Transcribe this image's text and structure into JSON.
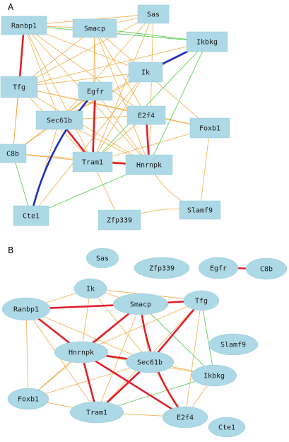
{
  "panel_a": {
    "label": "A",
    "nodes": [
      {
        "id": "Ranbp1",
        "label": "Ranbp1"
      },
      {
        "id": "Smacp",
        "label": "Smacp"
      },
      {
        "id": "Sas",
        "label": "Sas"
      },
      {
        "id": "Ikbkg",
        "label": "Ikbkg"
      },
      {
        "id": "Ik",
        "label": "Ik"
      },
      {
        "id": "Tfg",
        "label": "Tfg"
      },
      {
        "id": "Egfr",
        "label": "Egfr"
      },
      {
        "id": "E2f4",
        "label": "E2f4"
      },
      {
        "id": "Sec61b",
        "label": "Sec61b"
      },
      {
        "id": "Foxb1",
        "label": "Foxb1"
      },
      {
        "id": "C8b",
        "label": "C8b"
      },
      {
        "id": "Tram1",
        "label": "Tram1"
      },
      {
        "id": "Hnrnpk",
        "label": "Hnrnpk"
      },
      {
        "id": "Cte1",
        "label": "Cte1"
      },
      {
        "id": "Zfp339",
        "label": "Zfp339"
      },
      {
        "id": "Slamf9",
        "label": "Slamf9"
      }
    ],
    "edges": [
      {
        "s": "Ranbp1",
        "t": "Tfg",
        "kind": "red"
      },
      {
        "s": "Egfr",
        "t": "Tram1",
        "kind": "red"
      },
      {
        "s": "Sec61b",
        "t": "Tram1",
        "kind": "red"
      },
      {
        "s": "E2f4",
        "t": "Hnrnpk",
        "kind": "red"
      },
      {
        "s": "Tram1",
        "t": "Hnrnpk",
        "kind": "red"
      },
      {
        "s": "Ik",
        "t": "Ikbkg",
        "kind": "blue"
      },
      {
        "s": "Egfr",
        "t": "Cte1",
        "kind": "blue",
        "curve": true
      },
      {
        "s": "Ranbp1",
        "t": "Ikbkg",
        "kind": "green"
      },
      {
        "s": "Smacp",
        "t": "Ikbkg",
        "kind": "green"
      },
      {
        "s": "Ikbkg",
        "t": "Hnrnpk",
        "kind": "green"
      },
      {
        "s": "Ikbkg",
        "t": "Tram1",
        "kind": "green"
      },
      {
        "s": "C8b",
        "t": "Cte1",
        "kind": "green"
      },
      {
        "s": "Cte1",
        "t": "Hnrnpk",
        "kind": "green"
      },
      {
        "s": "Ranbp1",
        "t": "Smacp",
        "kind": "orange"
      },
      {
        "s": "Ranbp1",
        "t": "Sas",
        "kind": "orange"
      },
      {
        "s": "Ranbp1",
        "t": "Ik",
        "kind": "orange"
      },
      {
        "s": "Ranbp1",
        "t": "E2f4",
        "kind": "orange"
      },
      {
        "s": "Ranbp1",
        "t": "Hnrnpk",
        "kind": "orange"
      },
      {
        "s": "Ranbp1",
        "t": "Tram1",
        "kind": "orange"
      },
      {
        "s": "Ranbp1",
        "t": "Sec61b",
        "kind": "orange"
      },
      {
        "s": "Ranbp1",
        "t": "C8b",
        "kind": "orange"
      },
      {
        "s": "Smacp",
        "t": "Sas",
        "kind": "orange"
      },
      {
        "s": "Smacp",
        "t": "Tfg",
        "kind": "orange"
      },
      {
        "s": "Smacp",
        "t": "Egfr",
        "kind": "orange"
      },
      {
        "s": "Smacp",
        "t": "E2f4",
        "kind": "orange"
      },
      {
        "s": "Smacp",
        "t": "Hnrnpk",
        "kind": "orange"
      },
      {
        "s": "Smacp",
        "t": "Tram1",
        "kind": "orange"
      },
      {
        "s": "Smacp",
        "t": "Foxb1",
        "kind": "orange"
      },
      {
        "s": "Sas",
        "t": "Tfg",
        "kind": "orange"
      },
      {
        "s": "Sas",
        "t": "Hnrnpk",
        "kind": "orange"
      },
      {
        "s": "Sas",
        "t": "Tram1",
        "kind": "orange"
      },
      {
        "s": "Sas",
        "t": "Sec61b",
        "kind": "orange"
      },
      {
        "s": "Ikbkg",
        "t": "Tfg",
        "kind": "orange"
      },
      {
        "s": "Ikbkg",
        "t": "Sec61b",
        "kind": "orange"
      },
      {
        "s": "Ik",
        "t": "Tfg",
        "kind": "orange"
      },
      {
        "s": "Ik",
        "t": "Tram1",
        "kind": "orange"
      },
      {
        "s": "Ik",
        "t": "Sec61b",
        "kind": "orange"
      },
      {
        "s": "Ik",
        "t": "Cte1",
        "kind": "orange"
      },
      {
        "s": "Tfg",
        "t": "E2f4",
        "kind": "orange"
      },
      {
        "s": "Tfg",
        "t": "Hnrnpk",
        "kind": "orange"
      },
      {
        "s": "Tfg",
        "t": "Tram1",
        "kind": "orange"
      },
      {
        "s": "Tfg",
        "t": "C8b",
        "kind": "orange"
      },
      {
        "s": "Tfg",
        "t": "Foxb1",
        "kind": "orange"
      },
      {
        "s": "Egfr",
        "t": "Sec61b",
        "kind": "orange"
      },
      {
        "s": "Egfr",
        "t": "Hnrnpk",
        "kind": "orange"
      },
      {
        "s": "Egfr",
        "t": "C8b",
        "kind": "orange"
      },
      {
        "s": "E2f4",
        "t": "Sec61b",
        "kind": "orange"
      },
      {
        "s": "E2f4",
        "t": "Tram1",
        "kind": "orange"
      },
      {
        "s": "E2f4",
        "t": "Foxb1",
        "kind": "orange"
      },
      {
        "s": "Sec61b",
        "t": "Hnrnpk",
        "kind": "orange"
      },
      {
        "s": "Sec61b",
        "t": "C8b",
        "kind": "orange"
      },
      {
        "s": "Sec61b",
        "t": "Cte1",
        "kind": "orange"
      },
      {
        "s": "Hnrnpk",
        "t": "C8b",
        "kind": "orange"
      },
      {
        "s": "Hnrnpk",
        "t": "Slamf9",
        "kind": "orange",
        "curve": true
      },
      {
        "s": "Tram1",
        "t": "Foxb1",
        "kind": "orange"
      },
      {
        "s": "Tram1",
        "t": "C8b",
        "kind": "orange"
      },
      {
        "s": "Tram1",
        "t": "Zfp339",
        "kind": "orange"
      },
      {
        "s": "Foxb1",
        "t": "Slamf9",
        "kind": "orange"
      },
      {
        "s": "Zfp339",
        "t": "Slamf9",
        "kind": "orange",
        "curve": true
      }
    ]
  },
  "panel_b": {
    "label": "B",
    "nodes": [
      {
        "id": "Sas",
        "label": "Sas"
      },
      {
        "id": "Zfp339",
        "label": "Zfp339"
      },
      {
        "id": "Egfr",
        "label": "Egfr"
      },
      {
        "id": "C8b",
        "label": "C8b"
      },
      {
        "id": "Ik",
        "label": "Ik"
      },
      {
        "id": "Ranbp1",
        "label": "Ranbp1"
      },
      {
        "id": "Smacp",
        "label": "Smacp"
      },
      {
        "id": "Tfg",
        "label": "Tfg"
      },
      {
        "id": "Slamf9",
        "label": "Slamf9"
      },
      {
        "id": "Hnrnpk",
        "label": "Hnrnpk"
      },
      {
        "id": "Sec61b",
        "label": "Sec61b"
      },
      {
        "id": "Ikbkg",
        "label": "Ikbkg"
      },
      {
        "id": "Foxb1",
        "label": "Foxb1"
      },
      {
        "id": "Tram1",
        "label": "Tram1"
      },
      {
        "id": "E2f4",
        "label": "E2f4"
      },
      {
        "id": "Cte1",
        "label": "Cte1"
      }
    ],
    "edges": [
      {
        "s": "Egfr",
        "t": "C8b",
        "kind": "red"
      },
      {
        "s": "Ranbp1",
        "t": "Smacp",
        "kind": "red"
      },
      {
        "s": "Smacp",
        "t": "Tfg",
        "kind": "red"
      },
      {
        "s": "Ranbp1",
        "t": "Hnrnpk",
        "kind": "red"
      },
      {
        "s": "Smacp",
        "t": "Hnrnpk",
        "kind": "red"
      },
      {
        "s": "Tfg",
        "t": "Sec61b",
        "kind": "red"
      },
      {
        "s": "Hnrnpk",
        "t": "Sec61b",
        "kind": "red"
      },
      {
        "s": "Hnrnpk",
        "t": "Tram1",
        "kind": "red"
      },
      {
        "s": "Hnrnpk",
        "t": "E2f4",
        "kind": "red"
      },
      {
        "s": "Sec61b",
        "t": "Tram1",
        "kind": "red"
      },
      {
        "s": "Smacp",
        "t": "E2f4",
        "kind": "red",
        "curve": true
      },
      {
        "s": "Tfg",
        "t": "Ikbkg",
        "kind": "green"
      },
      {
        "s": "Smacp",
        "t": "Ikbkg",
        "kind": "green"
      },
      {
        "s": "Ikbkg",
        "t": "Tram1",
        "kind": "green"
      },
      {
        "s": "Ranbp1",
        "t": "Tfg",
        "kind": "orange"
      },
      {
        "s": "Ranbp1",
        "t": "Ik",
        "kind": "orange"
      },
      {
        "s": "Ranbp1",
        "t": "Foxb1",
        "kind": "orange"
      },
      {
        "s": "Ranbp1",
        "t": "Tram1",
        "kind": "orange"
      },
      {
        "s": "Ranbp1",
        "t": "Sec61b",
        "kind": "orange"
      },
      {
        "s": "Ik",
        "t": "Smacp",
        "kind": "orange"
      },
      {
        "s": "Ik",
        "t": "Hnrnpk",
        "kind": "orange"
      },
      {
        "s": "Ik",
        "t": "Sec61b",
        "kind": "orange"
      },
      {
        "s": "Ik",
        "t": "Tfg",
        "kind": "orange"
      },
      {
        "s": "Smacp",
        "t": "Sec61b",
        "kind": "orange"
      },
      {
        "s": "Smacp",
        "t": "Foxb1",
        "kind": "orange"
      },
      {
        "s": "Smacp",
        "t": "Tram1",
        "kind": "orange"
      },
      {
        "s": "Tfg",
        "t": "Hnrnpk",
        "kind": "orange"
      },
      {
        "s": "Tfg",
        "t": "Tram1",
        "kind": "orange"
      },
      {
        "s": "Tfg",
        "t": "E2f4",
        "kind": "orange"
      },
      {
        "s": "Hnrnpk",
        "t": "Foxb1",
        "kind": "orange"
      },
      {
        "s": "Hnrnpk",
        "t": "Ikbkg",
        "kind": "orange"
      },
      {
        "s": "Sec61b",
        "t": "Ikbkg",
        "kind": "orange"
      },
      {
        "s": "Sec61b",
        "t": "Foxb1",
        "kind": "orange"
      },
      {
        "s": "Sec61b",
        "t": "E2f4",
        "kind": "orange"
      },
      {
        "s": "Foxb1",
        "t": "Tram1",
        "kind": "orange"
      },
      {
        "s": "Tram1",
        "t": "E2f4",
        "kind": "orange"
      },
      {
        "s": "Ikbkg",
        "t": "E2f4",
        "kind": "orange"
      }
    ]
  },
  "colors": {
    "node_fill": "#add8e6",
    "edge_red": "#e0202a",
    "edge_blue": "#1a2fb8",
    "edge_green": "#5ad15a",
    "edge_orange": "#f2b55a"
  }
}
